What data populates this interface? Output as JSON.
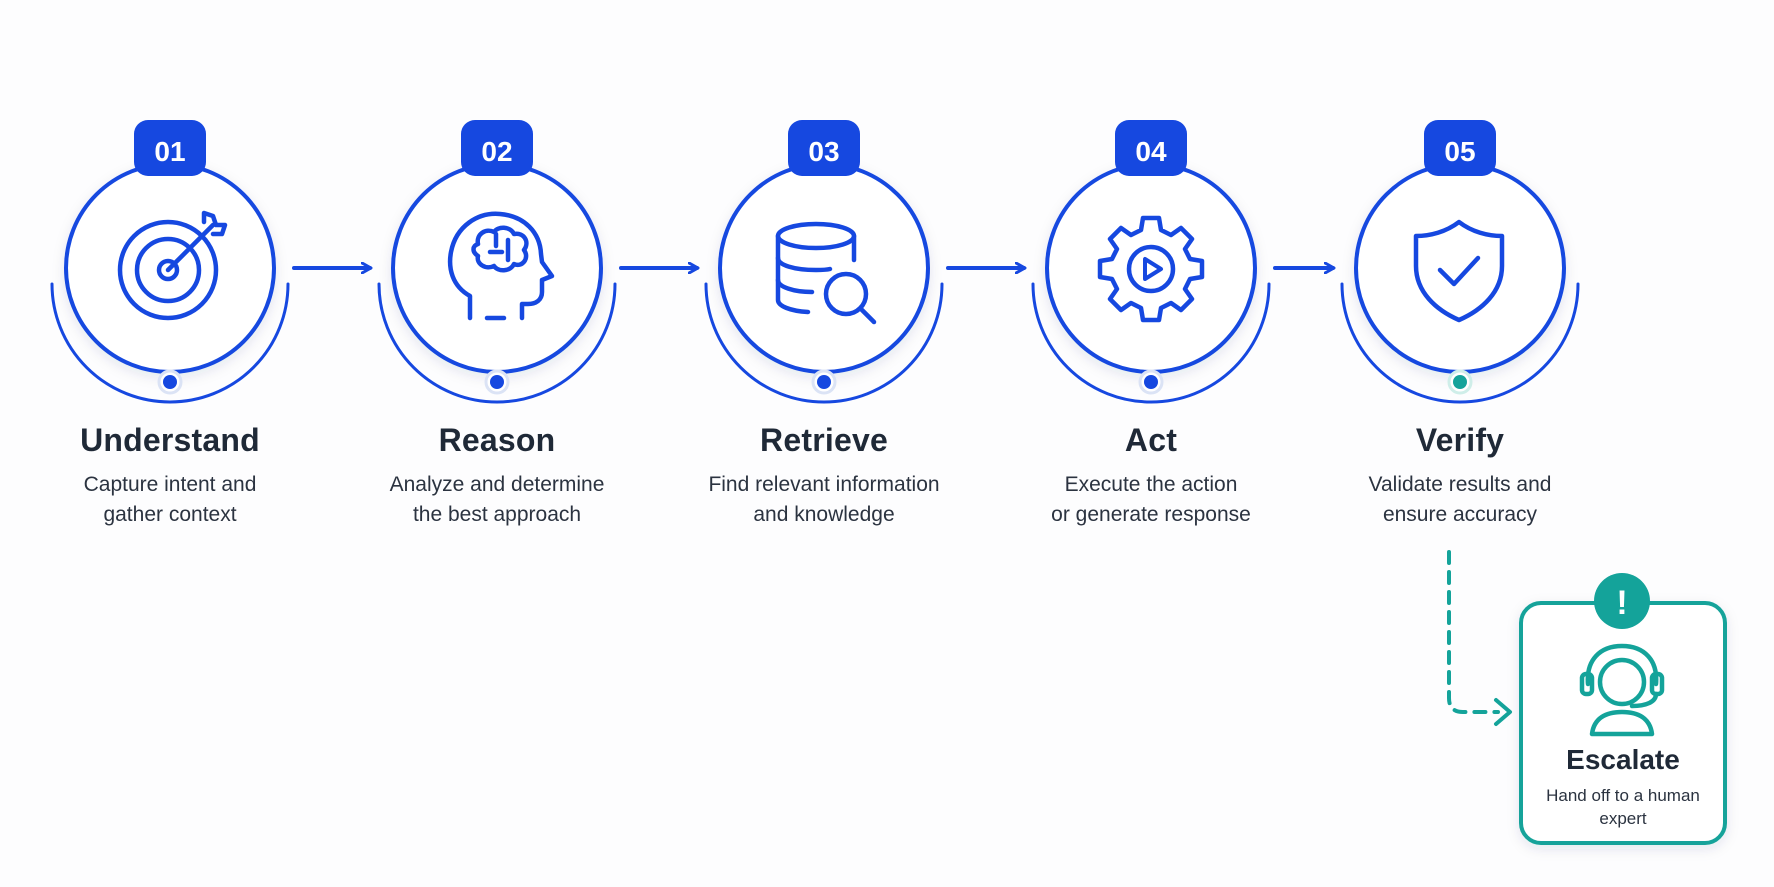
{
  "colors": {
    "primary": "#1648e0",
    "escalate": "#14a39a",
    "text": "#1f2937"
  },
  "steps": [
    {
      "number": "01",
      "title": "Understand",
      "description_line1": "Capture intent and",
      "description_line2": "gather context",
      "icon": "target-icon"
    },
    {
      "number": "02",
      "title": "Reason",
      "description_line1": "Analyze and determine",
      "description_line2": "the best approach",
      "icon": "brain-head-icon"
    },
    {
      "number": "03",
      "title": "Retrieve",
      "description_line1": "Find relevant information",
      "description_line2": "and knowledge",
      "icon": "database-search-icon"
    },
    {
      "number": "04",
      "title": "Act",
      "description_line1": "Execute the action",
      "description_line2": "or generate response",
      "icon": "gear-play-icon"
    },
    {
      "number": "05",
      "title": "Verify",
      "description_line1": "Validate results and",
      "description_line2": "ensure accuracy",
      "icon": "shield-check-icon"
    }
  ],
  "escalate": {
    "alert_symbol": "!",
    "title": "Escalate",
    "description_line1": "Hand off to a human",
    "description_line2": "expert",
    "icon": "support-agent-icon"
  }
}
